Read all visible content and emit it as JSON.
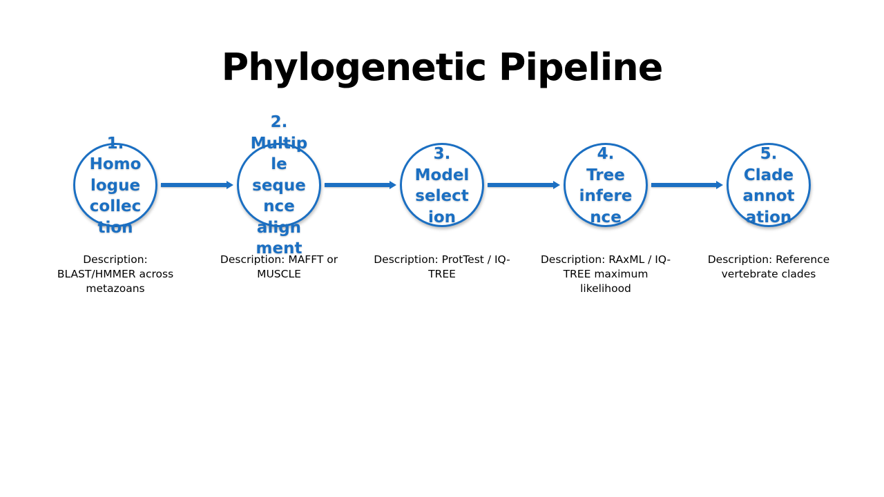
{
  "title": "Phylogenetic Pipeline",
  "accent_color": "#1b6fc2",
  "steps": [
    {
      "label_lines": [
        "1.",
        "Homo",
        "logue",
        "collec",
        "tion"
      ],
      "description": "Description: BLAST/HMMER across metazoans"
    },
    {
      "label_lines": [
        "2.",
        "Multip",
        "le",
        "seque",
        "nce",
        "align",
        "ment"
      ],
      "description": "Description: MAFFT or MUSCLE"
    },
    {
      "label_lines": [
        "3.",
        "Model",
        "select",
        "ion"
      ],
      "description": "Description: ProtTest / IQ-TREE"
    },
    {
      "label_lines": [
        "4.",
        "Tree",
        "infere",
        "nce"
      ],
      "description": "Description: RAxML / IQ-TREE maximum likelihood"
    },
    {
      "label_lines": [
        "5.",
        "Clade",
        "annot",
        "ation"
      ],
      "description": "Description: Reference vertebrate clades"
    }
  ]
}
